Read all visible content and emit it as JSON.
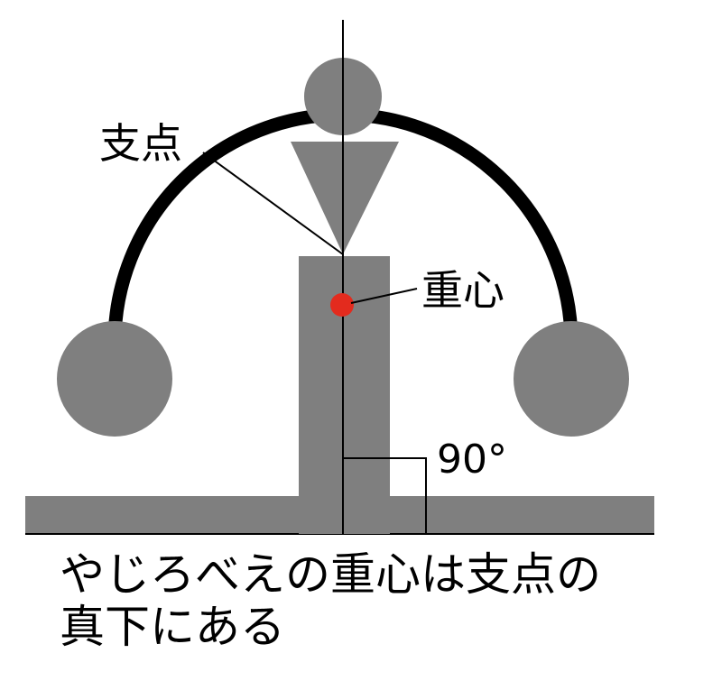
{
  "labels": {
    "fulcrum": "支点",
    "center_of_gravity": "重心",
    "right_angle": "90°"
  },
  "caption": {
    "line1": "やじろべえの重心は支点の",
    "line2": "真下にある"
  },
  "colors": {
    "gray": "#7f7f7f",
    "arm": "#000000",
    "center_dot": "#e32b1e",
    "line": "#000000"
  }
}
